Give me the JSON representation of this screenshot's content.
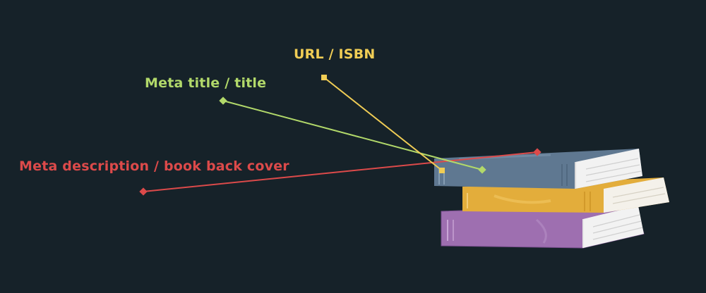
{
  "annotations": [
    {
      "id": "isbn",
      "text": "URL / ISBN",
      "color": "#f0cd55"
    },
    {
      "id": "title",
      "text": "Meta title / title",
      "color": "#b2d96a"
    },
    {
      "id": "desc",
      "text": "Meta description / book back cover",
      "color": "#dc4a4a"
    }
  ],
  "books": [
    {
      "name": "top-book",
      "color": "#5f7891"
    },
    {
      "name": "middle-book",
      "color": "#e3ad3b"
    },
    {
      "name": "bottom-book",
      "color": "#9e6fb0"
    }
  ]
}
